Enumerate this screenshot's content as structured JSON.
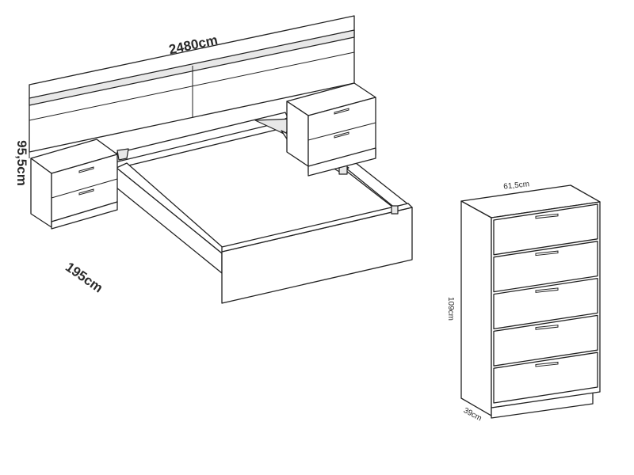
{
  "bed_set": {
    "width_label": "2480cm",
    "height_label": "95,5cm",
    "length_label": "195cm"
  },
  "chest": {
    "width_label": "61,5cm",
    "height_label": "109cm",
    "depth_label": "39cm",
    "drawer_count": 5
  }
}
